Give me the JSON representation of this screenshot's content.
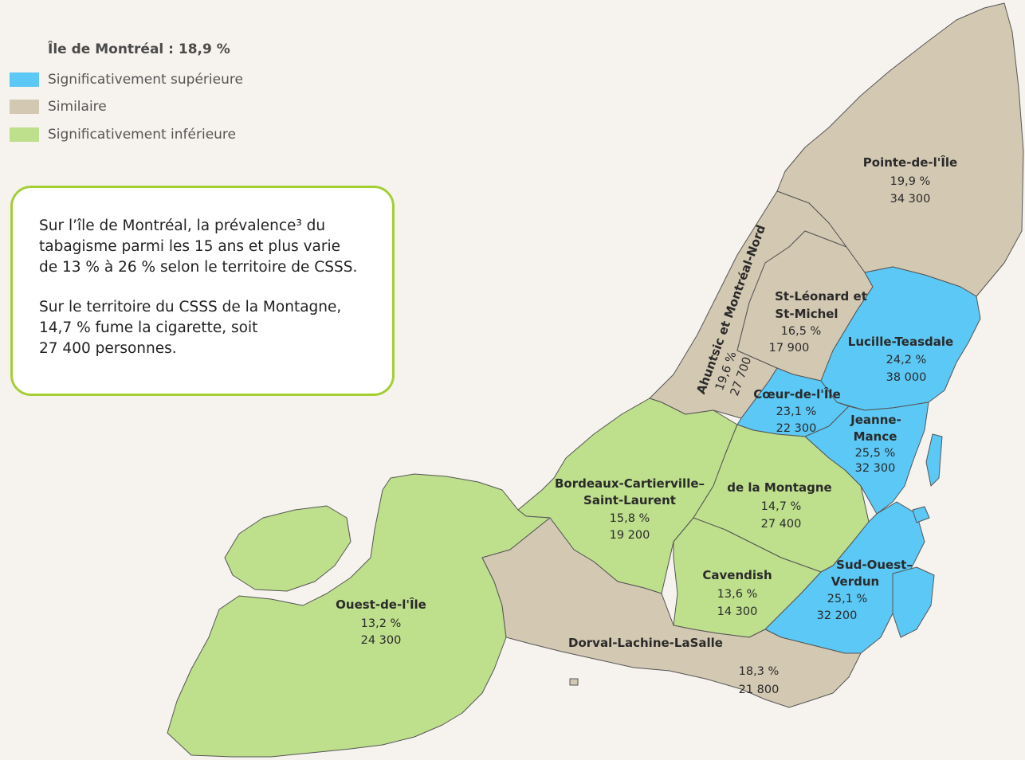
{
  "legend": {
    "title": "Île de Montréal : 18,9 %",
    "items": [
      {
        "label": "Significativement supérieure",
        "color": "#5bc8f5"
      },
      {
        "label": "Similaire",
        "color": "#d3c8b2"
      },
      {
        "label": "Significativement inférieure",
        "color": "#bedf8c"
      }
    ]
  },
  "callout": {
    "p1": "Sur l’île de Montréal, la prévalence³ du\ntabagisme parmi les 15 ans et plus varie\nde 13 % à 26 % selon le territoire de CSSS.",
    "p2": "Sur le territoire du CSSS de la Montagne,\n14,7 % fume la cigarette, soit\n27 400 personnes.",
    "border_color": "#a3cf34"
  },
  "colors": {
    "superieure": "#5bc8f5",
    "similaire": "#d3c8b2",
    "inferieure": "#bedf8c",
    "boundary": "#555555"
  },
  "regions": {
    "pointe": {
      "name": "Pointe-de-l'Île",
      "pct": "19,9 %",
      "count": "34 300"
    },
    "ahuntsic": {
      "name": "Ahuntsic et Montréal-Nord",
      "pct": "19,6 %",
      "count": "27 700"
    },
    "stleonard": {
      "name1": "St-Léonard et",
      "name2": "St-Michel",
      "pct": "16,5 %",
      "count": "17 900"
    },
    "lucille": {
      "name": "Lucille-Teasdale",
      "pct": "24,2 %",
      "count": "38 000"
    },
    "coeur": {
      "name": "Cœur-de-l'Île",
      "pct": "23,1 %",
      "count": "22 300"
    },
    "jeanne": {
      "name1": "Jeanne-",
      "name2": "Mance",
      "pct": "25,5 %",
      "count": "32 300"
    },
    "bordeaux": {
      "name1": "Bordeaux-Cartierville–",
      "name2": "Saint-Laurent",
      "pct": "15,8 %",
      "count": "19 200"
    },
    "montagne": {
      "name": "de la Montagne",
      "pct": "14,7 %",
      "count": "27 400"
    },
    "cavendish": {
      "name": "Cavendish",
      "pct": "13,6 %",
      "count": "14 300"
    },
    "sudouest": {
      "name1": "Sud-Ouest–",
      "name2": "Verdun",
      "pct": "25,1 %",
      "count": "32 200"
    },
    "ouest": {
      "name": "Ouest-de-l'Île",
      "pct": "13,2 %",
      "count": "24 300"
    },
    "dorval": {
      "name": "Dorval-Lachine-LaSalle",
      "pct": "18,3 %",
      "count": "21 800"
    }
  }
}
